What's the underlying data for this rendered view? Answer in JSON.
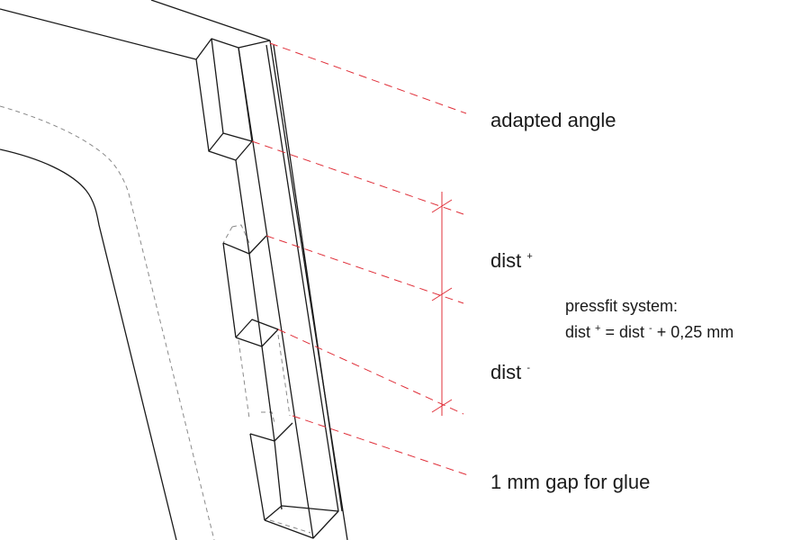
{
  "labels": {
    "adapted_angle": "adapted angle",
    "dist_plus_base": "dist",
    "dist_plus_sup": "+",
    "dist_minus_base": "dist",
    "dist_minus_sup": "-",
    "gap_glue": "1 mm gap for glue"
  },
  "formula": {
    "title": "pressfit system:",
    "lhs_base": "dist",
    "lhs_sup": "+",
    "equals": "=",
    "rhs_base": "dist",
    "rhs_sup": "-",
    "rhs_tail": "+ 0,25 mm"
  },
  "colors": {
    "outline": "#1a1a1a",
    "hidden_edge": "#8a8a8a",
    "dimension": "#e0303a"
  }
}
